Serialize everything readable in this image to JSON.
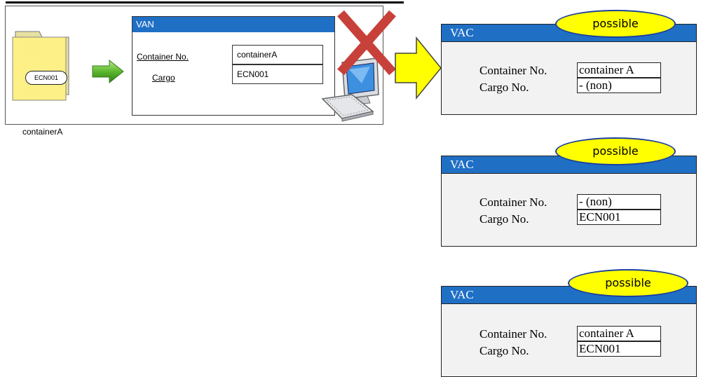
{
  "left_panel": {
    "folder_label": "containerA",
    "folder_pill": "ECN001",
    "van": {
      "title": "VAN",
      "container_label": "Container No.",
      "container_value": "containerA",
      "cargo_label": "Cargo",
      "cargo_value": "ECN001"
    }
  },
  "vac_cards": [
    {
      "badge": "possible",
      "title": "VAC",
      "container_label": "Container No.",
      "container_value": "container A",
      "cargo_label": "Cargo No.",
      "cargo_value": "- (non)"
    },
    {
      "badge": "possible",
      "title": "VAC",
      "container_label": "Container No.",
      "container_value": "- (non)",
      "cargo_label": "Cargo No.",
      "cargo_value": "ECN001"
    },
    {
      "badge": "possible",
      "title": "VAC",
      "container_label": "Container No.",
      "container_value": "container A",
      "cargo_label": "Cargo No.",
      "cargo_value": "ECN001"
    }
  ],
  "colors": {
    "title_bar": "#1f6fc5",
    "badge_fill": "#ffff00",
    "arrow_green": "#5cb82e",
    "arrow_yellow": "#ffff00",
    "cross_red": "#c8403a"
  },
  "icons": [
    "folder-icon",
    "green-arrow-icon",
    "red-cross-icon",
    "computer-icon",
    "yellow-arrow-icon"
  ]
}
